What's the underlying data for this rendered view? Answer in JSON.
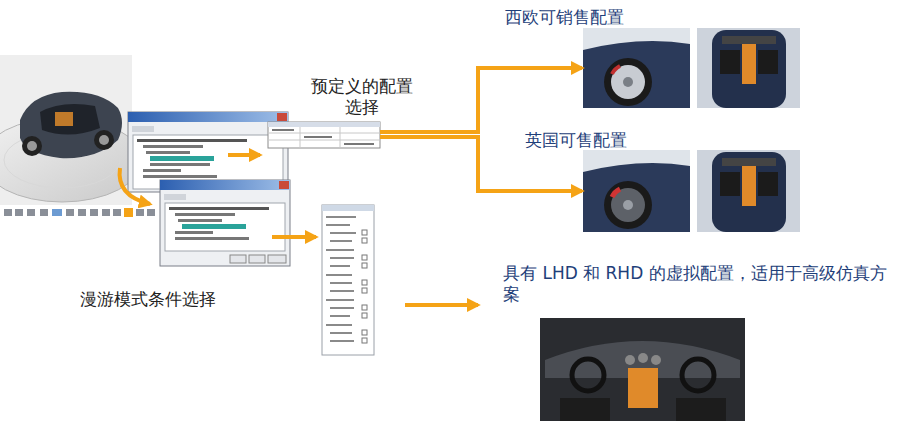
{
  "diagram": {
    "nodes": [
      {
        "text": [
          "预定义的配置 选择"
        ]
      },
      {
        "text": [
          "西欧可销售配置"
        ]
      },
      {
        "text": [
          "英国可售配置"
        ]
      },
      {
        "text": [
          "具有 LHD 和 RHD 的虚拟配置，适用于高级仿真方案"
        ]
      }
    ],
    "edges": [
      {
        "from": 0,
        "to": 1,
        "arrow": "to"
      },
      {
        "from": 0,
        "to": 2,
        "arrow": "to"
      }
    ],
    "labels": [
      "漫游模式条件选择"
    ]
  }
}
